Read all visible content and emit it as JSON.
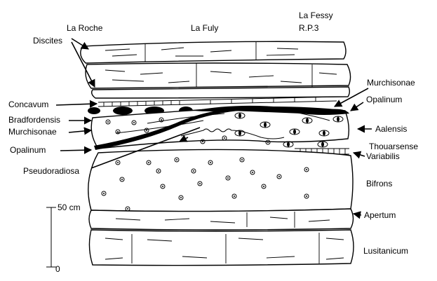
{
  "localities": [
    "La Roche",
    "La Fuly",
    "La Fessy",
    "R.P.3"
  ],
  "labels_left": {
    "discites": "Discites",
    "concavum": "Concavum",
    "bradfordensis": "Bradfordensis",
    "murchisonae": "Murchisonae",
    "opalinum": "Opalinum",
    "pseudoradiosa": "Pseudoradiosa"
  },
  "labels_right": {
    "murchisonae": "Murchisonae",
    "opalinum": "Opalinum",
    "aalensis": "Aalensis",
    "thouarsense": "Thouarsense",
    "variabilis": "Variabilis",
    "bifrons": "Bifrons",
    "apertum": "Apertum",
    "lusitanicum": "Lusitanicum"
  },
  "scale": {
    "top_label": "50 cm",
    "bottom_label": "0"
  }
}
